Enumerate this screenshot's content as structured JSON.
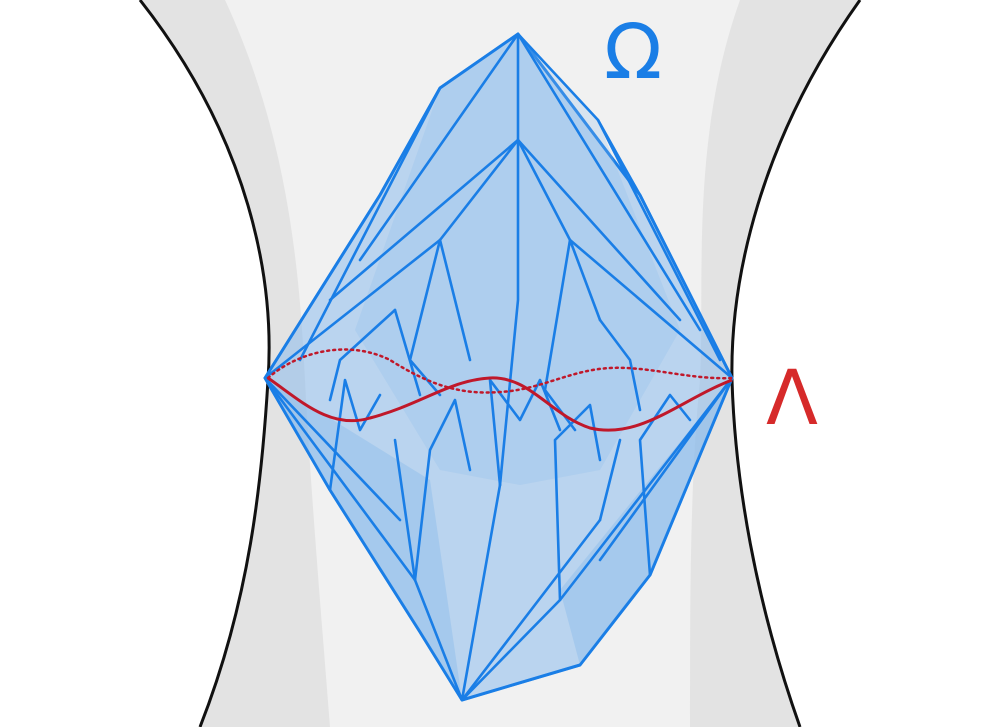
{
  "labels": {
    "omega": "Ω",
    "lambda": "Λ"
  },
  "colors": {
    "background": "#ffffff",
    "slab_fill": "#f1f1f1",
    "slab_shade": "#e0e0e0",
    "boundary": "#111111",
    "polytope_stroke": "#1a7ee6",
    "polytope_fill": "#8cbcec",
    "omega_text": "#1a7ee6",
    "curve": "#c0182a",
    "lambda_text": "#d62a2a"
  },
  "icons": {
    "polytope": "crystal-polytope",
    "boundary_curve": "hyperbolic-boundary"
  }
}
